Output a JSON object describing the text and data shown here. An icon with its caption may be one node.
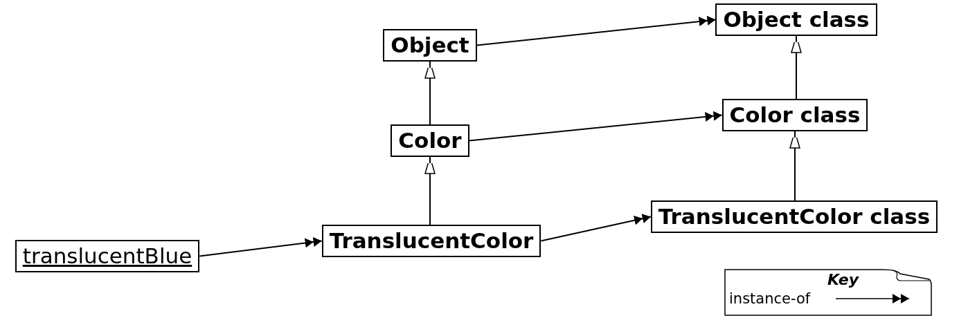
{
  "diagram": {
    "nodes": [
      {
        "text": [
          "Object class"
        ]
      },
      {
        "text": [
          "Object"
        ]
      },
      {
        "text": [
          "Color class"
        ]
      },
      {
        "text": [
          "Color"
        ]
      },
      {
        "text": [
          "TranslucentColor class"
        ]
      },
      {
        "text": [
          "TranslucentColor"
        ]
      },
      {
        "text": [
          "translucentBlue"
        ]
      }
    ],
    "edges": [
      {
        "from": 1,
        "to": 0,
        "arrow": "to"
      },
      {
        "from": 3,
        "to": 2,
        "arrow": "to"
      },
      {
        "from": 5,
        "to": 4,
        "arrow": "to"
      },
      {
        "from": 6,
        "to": 5,
        "arrow": "to"
      },
      {
        "from": 3,
        "to": 1,
        "arrow": "to"
      },
      {
        "from": 5,
        "to": 3,
        "arrow": "to"
      },
      {
        "from": 2,
        "to": 0,
        "arrow": "to"
      },
      {
        "from": 4,
        "to": 2,
        "arrow": "to"
      }
    ],
    "labels": [
      "Key"
    ],
    "legend": [
      {
        "text": "instance-of"
      }
    ]
  }
}
